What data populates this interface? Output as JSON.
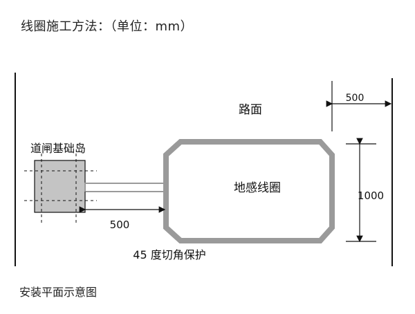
{
  "title": "线圈施工方法：（单位：mm）",
  "caption": "安装平面示意图",
  "labels": {
    "road": "路面",
    "gate_island": "道闸基础岛",
    "coil": "地感线圈",
    "chamfer": "45 度切角保护"
  },
  "dimensions": {
    "top_offset": "500",
    "coil_height": "1000",
    "island_distance": "500"
  },
  "colors": {
    "coil_outline": "#9a9a9a",
    "island_fill": "#c4c4c4",
    "line": "#111111"
  }
}
